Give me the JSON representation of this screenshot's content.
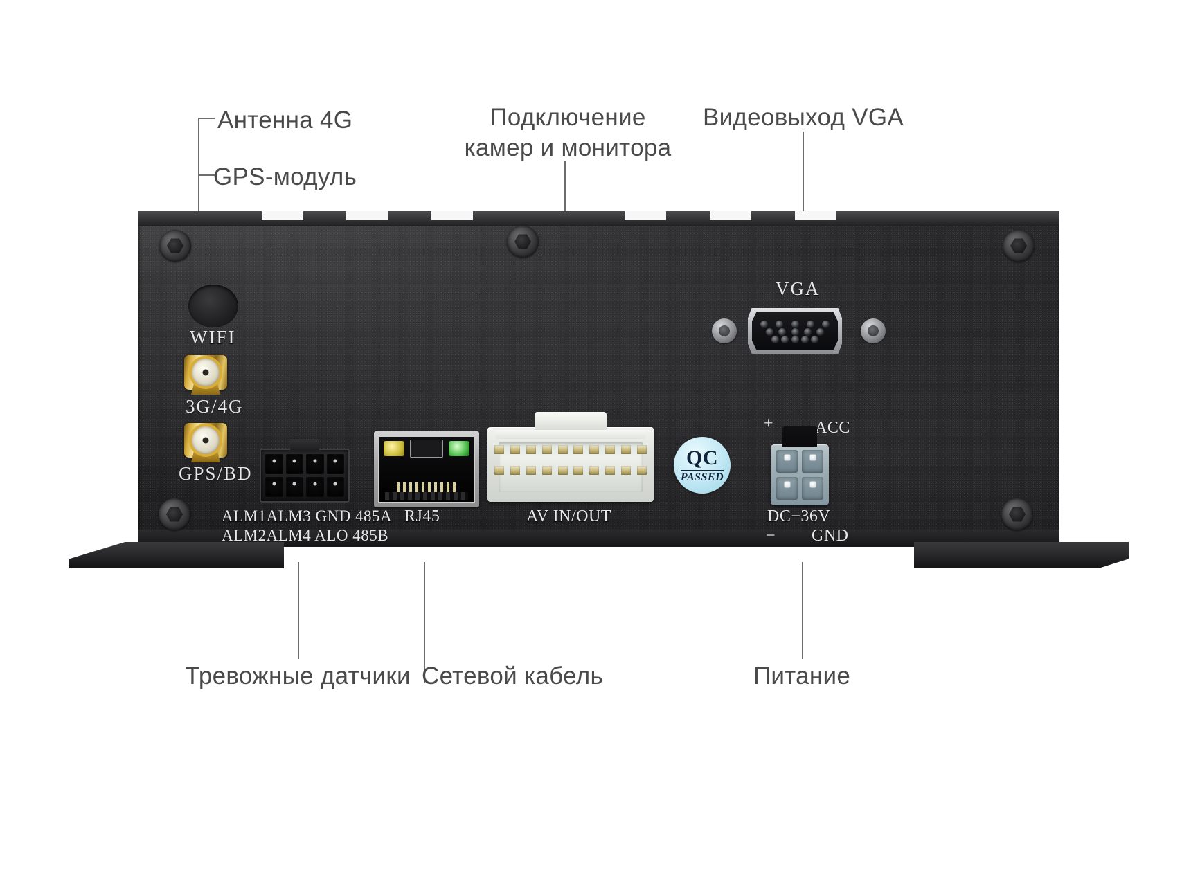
{
  "image": {
    "subject": "Автомобильный видеорегистратор — задняя панель",
    "background_color": "#ffffff",
    "case_color": "#232325",
    "callout_color": "#4a4a4a"
  },
  "callouts": {
    "antenna_4g": "Антенна 4G",
    "gps_module": "GPS-модуль",
    "cameras_monitor": "Подключение\nкамер и монитора",
    "video_out_vga": "Видеовыход VGA",
    "alarm_sensors": "Тревожные датчики",
    "network_cable": "Сетевой кабель",
    "power": "Питание"
  },
  "panel_labels": {
    "wifi": "WIFI",
    "cellular": "3G/4G",
    "gnss": "GPS/BD",
    "alarm_row_1": "ALM1ALM3 GND 485A",
    "alarm_row_2": "ALM2ALM4 ALO 485B",
    "rj45": "RJ45",
    "av": "AV IN/OUT",
    "vga": "VGA",
    "power_plus": "+",
    "power_minus": "−",
    "power_acc": "ACC",
    "power_voltage": "DC−36V",
    "power_gnd": "GND"
  },
  "qc_sticker": {
    "main": "QC",
    "sub": "PASSED",
    "color": "#bfe7f3"
  },
  "connectors": {
    "sma_count": 2,
    "alarm_pins": 8,
    "av_pins_per_row": 10,
    "av_rows": 2,
    "power_pins": 4,
    "vga_pins": 15,
    "rj45_led_colors": [
      "#cbbe3a",
      "#4fbe4a"
    ]
  }
}
